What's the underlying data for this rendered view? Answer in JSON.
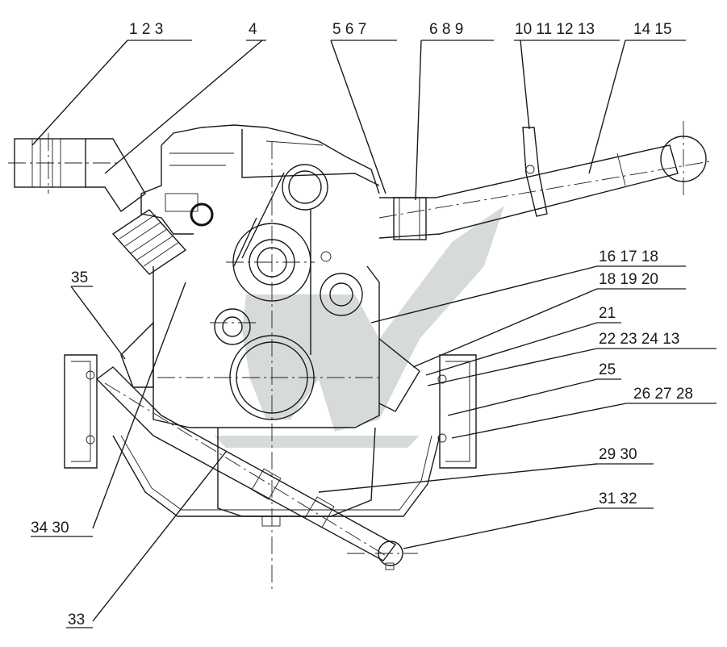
{
  "callouts": [
    {
      "id": "c1",
      "text": "1  2  3"
    },
    {
      "id": "c2",
      "text": "4"
    },
    {
      "id": "c3",
      "text": "5  6  7"
    },
    {
      "id": "c4",
      "text": "6  8  9"
    },
    {
      "id": "c5",
      "text": "10 11 12 13"
    },
    {
      "id": "c6",
      "text": "14  15"
    },
    {
      "id": "c7",
      "text": "16  17  18"
    },
    {
      "id": "c8",
      "text": "18  19  20"
    },
    {
      "id": "c9",
      "text": "21"
    },
    {
      "id": "c10",
      "text": "22  23  24  13"
    },
    {
      "id": "c11",
      "text": "25"
    },
    {
      "id": "c12",
      "text": "26  27  28"
    },
    {
      "id": "c13",
      "text": "35"
    },
    {
      "id": "c14",
      "text": "29  30"
    },
    {
      "id": "c15",
      "text": "31  32"
    },
    {
      "id": "c16",
      "text": "34  30"
    },
    {
      "id": "c17",
      "text": "33"
    }
  ],
  "colors": {
    "ink": "#1a1a1a",
    "watermark": "#cfd3d3"
  }
}
